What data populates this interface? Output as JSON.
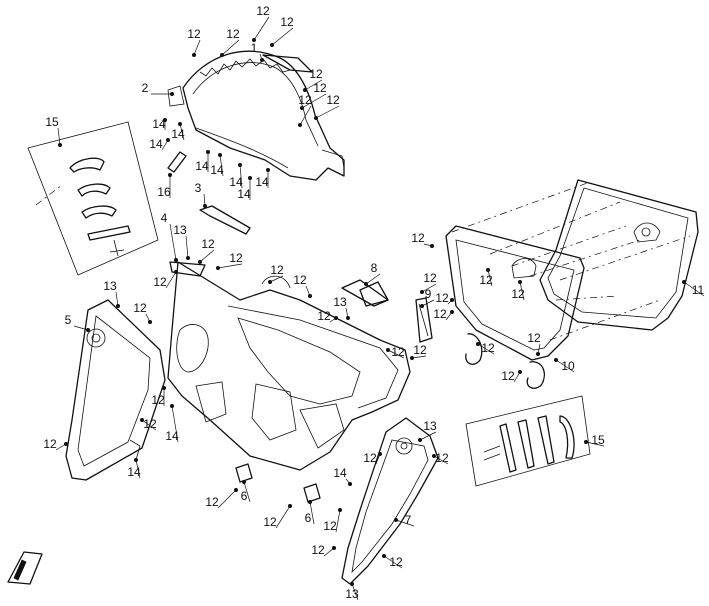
{
  "diagram": {
    "callouts": [
      {
        "id": "c-12-a",
        "label": "12"
      },
      {
        "id": "c-12-b",
        "label": "12"
      },
      {
        "id": "c-12-c",
        "label": "12"
      },
      {
        "id": "c-12-d",
        "label": "12"
      },
      {
        "id": "c-1",
        "label": "1"
      },
      {
        "id": "c-2",
        "label": "2"
      },
      {
        "id": "c-14-a",
        "label": "14"
      },
      {
        "id": "c-14-b",
        "label": "14"
      },
      {
        "id": "c-12-e",
        "label": "12"
      },
      {
        "id": "c-12-f",
        "label": "12"
      },
      {
        "id": "c-12-g",
        "label": "12"
      },
      {
        "id": "c-12-h",
        "label": "12"
      },
      {
        "id": "c-16",
        "label": "16"
      },
      {
        "id": "c-14-c",
        "label": "14"
      },
      {
        "id": "c-14-d",
        "label": "14"
      },
      {
        "id": "c-14-e",
        "label": "14"
      },
      {
        "id": "c-14-f",
        "label": "14"
      },
      {
        "id": "c-14-g",
        "label": "14"
      },
      {
        "id": "c-14-h",
        "label": "14"
      },
      {
        "id": "c-15-a",
        "label": "15"
      },
      {
        "id": "c-3",
        "label": "3"
      },
      {
        "id": "c-4",
        "label": "4"
      },
      {
        "id": "c-13-a",
        "label": "13"
      },
      {
        "id": "c-12-i",
        "label": "12"
      },
      {
        "id": "c-12-j",
        "label": "12"
      },
      {
        "id": "c-12-k",
        "label": "12"
      },
      {
        "id": "c-12-l",
        "label": "12"
      },
      {
        "id": "c-13-b",
        "label": "13"
      },
      {
        "id": "c-12-m",
        "label": "12"
      },
      {
        "id": "c-5",
        "label": "5"
      },
      {
        "id": "c-12-n",
        "label": "12"
      },
      {
        "id": "c-8",
        "label": "8"
      },
      {
        "id": "c-13-c",
        "label": "13"
      },
      {
        "id": "c-12-o",
        "label": "12"
      },
      {
        "id": "c-9",
        "label": "9"
      },
      {
        "id": "c-12-p",
        "label": "12"
      },
      {
        "id": "c-12-q",
        "label": "12"
      },
      {
        "id": "c-12-r",
        "label": "12"
      },
      {
        "id": "c-12-s",
        "label": "12"
      },
      {
        "id": "c-11",
        "label": "11"
      },
      {
        "id": "c-12-t",
        "label": "12"
      },
      {
        "id": "c-12-u",
        "label": "12"
      },
      {
        "id": "c-12-v",
        "label": "12"
      },
      {
        "id": "c-12-w",
        "label": "12"
      },
      {
        "id": "c-10",
        "label": "10"
      },
      {
        "id": "c-12-x",
        "label": "12"
      },
      {
        "id": "c-12-y",
        "label": "12"
      },
      {
        "id": "c-14-i",
        "label": "14"
      },
      {
        "id": "c-12-z",
        "label": "12"
      },
      {
        "id": "c-12-aa",
        "label": "12"
      },
      {
        "id": "c-14-j",
        "label": "14"
      },
      {
        "id": "c-15-b",
        "label": "15"
      },
      {
        "id": "c-12-ab",
        "label": "12"
      },
      {
        "id": "c-13-d",
        "label": "13"
      },
      {
        "id": "c-12-ac",
        "label": "12"
      },
      {
        "id": "c-12-ad",
        "label": "12"
      },
      {
        "id": "c-6-a",
        "label": "6"
      },
      {
        "id": "c-12-ae",
        "label": "12"
      },
      {
        "id": "c-6-b",
        "label": "6"
      },
      {
        "id": "c-12-af",
        "label": "12"
      },
      {
        "id": "c-14-k",
        "label": "14"
      },
      {
        "id": "c-7",
        "label": "7"
      },
      {
        "id": "c-12-ag",
        "label": "12"
      },
      {
        "id": "c-12-ah",
        "label": "12"
      },
      {
        "id": "c-13-e",
        "label": "13"
      },
      {
        "id": "c-12-ai",
        "label": "12"
      },
      {
        "id": "c-12-aj",
        "label": "12"
      }
    ],
    "front_marker": "FR",
    "line_color": "#111111",
    "background": "#ffffff"
  }
}
